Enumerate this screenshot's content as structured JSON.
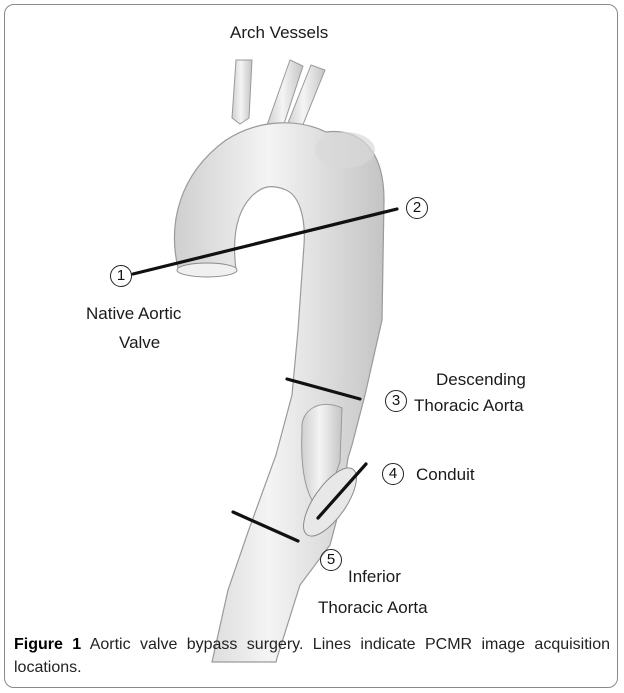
{
  "labels": {
    "arch_vessels": "Arch Vessels",
    "native_aortic_valve_line1": "Native Aortic",
    "native_aortic_valve_line2": "Valve",
    "descending_line1": "Descending",
    "descending_line2": "Thoracic Aorta",
    "conduit": "Conduit",
    "inferior_line1": "Inferior",
    "inferior_line2": "Thoracic Aorta"
  },
  "markers": [
    "1",
    "2",
    "3",
    "4",
    "5"
  ],
  "caption": {
    "figure_label": "Figure 1",
    "text": "Aortic valve bypass surgery. Lines indicate PCMR image acquisition locations."
  },
  "colors": {
    "vessel_fill": "#e6e6e6",
    "vessel_stroke": "#9a9a9a",
    "line": "#111111",
    "frame": "#8a8a8a"
  }
}
